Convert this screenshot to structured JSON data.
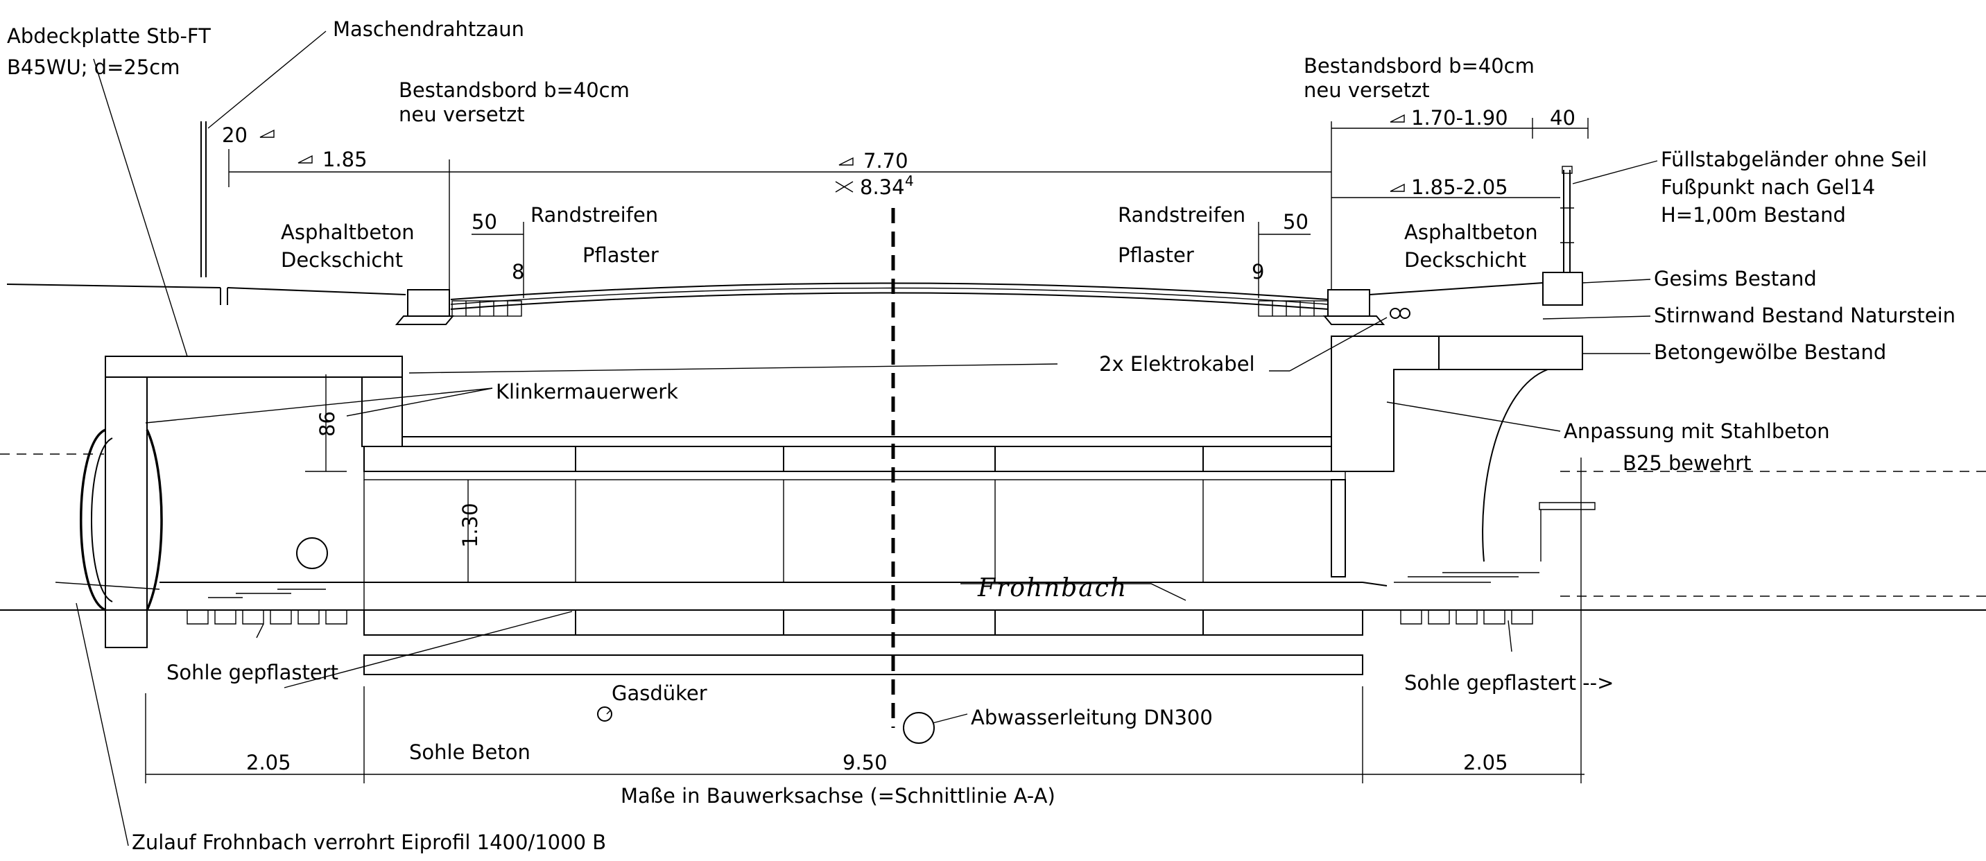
{
  "labels": {
    "abdeckplatte_1": "Abdeckplatte Stb-FT",
    "abdeckplatte_2": "B45WU; d=25cm",
    "maschendrahtzaun": "Maschendrahtzaun",
    "bestandsbord_left_1": "Bestandsbord b=40cm",
    "bestandsbord_left_2": "neu versetzt",
    "bestandsbord_right_1": "Bestandsbord b=40cm",
    "bestandsbord_right_2": "neu versetzt",
    "randstreifen_left": "Randstreifen",
    "pflaster_left": "Pflaster",
    "randstreifen_right": "Randstreifen",
    "pflaster_right": "Pflaster",
    "asphalt_left_1": "Asphaltbeton",
    "asphalt_left_2": "Deckschicht",
    "asphalt_right_1": "Asphaltbeton",
    "asphalt_right_2": "Deckschicht",
    "fuellstab_1": "Füllstabgeländer ohne Seil",
    "fuellstab_2": "Fußpunkt nach Gel14",
    "fuellstab_3": "H=1,00m Bestand",
    "gesims": "Gesims Bestand",
    "stirnwand": "Stirnwand Bestand Naturstein",
    "betongewoelbe": "Betongewölbe Bestand",
    "elektrokabel": "2x Elektrokabel",
    "klinker": "Klinkermauerwerk",
    "anpassung_1": "Anpassung mit Stahlbeton",
    "anpassung_2": "B25 bewehrt",
    "frohnbach": "Frohnbach",
    "sohle_gepflastert_left": "Sohle gepflastert",
    "sohle_gepflastert_right": "Sohle gepflastert -->",
    "gasdueker": "Gasdüker",
    "abwasser": "Abwasserleitung DN300",
    "sohle_beton": "Sohle Beton",
    "zulauf": "Zulauf Frohnbach verrohrt Eiprofil 1400/1000 B",
    "masse": "Maße in Bauwerksachse (=Schnittlinie A-A)"
  },
  "dimensions": {
    "d_20": "20",
    "d_185": "1.85",
    "d_770": "7.70",
    "d_834": "8.34",
    "d_834_sup": "4",
    "d_50_left": "50",
    "d_50_right": "50",
    "d_8": "8",
    "d_9": "9",
    "d_170_190": "1.70-1.90",
    "d_40": "40",
    "d_185_205": "1.85-2.05",
    "d_86": "86",
    "d_130": "1.30",
    "d_205_left": "2.05",
    "d_950": "9.50",
    "d_205_right": "2.05"
  }
}
